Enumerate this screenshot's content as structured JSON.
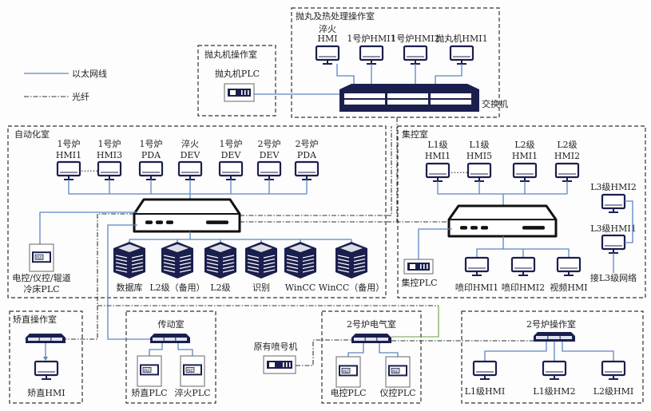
{
  "colors": {
    "ethernet": "#5b86c5",
    "device": "#1b1f4e",
    "fiber": "#333333",
    "fiber_green": "#6aa04a"
  },
  "legend": {
    "ethernet": "以太网线",
    "fiber": "光纤"
  },
  "rooms": {
    "shot_blast_op": {
      "title": "抛丸机操作室",
      "plc": "抛丸机PLC"
    },
    "shot_heat_op": {
      "title": "抛丸及热处理操作室",
      "switch_label": "交换机",
      "hmis": [
        [
          "淬火",
          "HMI"
        ],
        [
          "",
          "1号炉HMI1"
        ],
        [
          "",
          "1号炉HMI2"
        ],
        [
          "",
          "抛丸机HMI1"
        ]
      ]
    },
    "automation": {
      "title": "自动化室",
      "hmis": [
        [
          "1号炉",
          "HMI1"
        ],
        [
          "1号炉",
          "HMI3"
        ],
        [
          "1号炉",
          "PDA"
        ],
        [
          "淬火",
          "DEV"
        ],
        [
          "1号炉",
          "DEV"
        ],
        [
          "2号炉",
          "DEV"
        ],
        [
          "2号炉",
          "PDA"
        ]
      ],
      "ellipsis": "……",
      "servers": [
        "数据库",
        "L2级（备用）",
        "L2级",
        "识别",
        "WinCC",
        "WinCC（备用）"
      ],
      "plc": [
        "电控/仪控/辊道",
        "冷床PLC"
      ]
    },
    "central_control": {
      "title": "集控室",
      "hmis": [
        [
          "L1级",
          "HMI1"
        ],
        [
          "L1级",
          "HMI5"
        ],
        [
          "L2级",
          "HMI1"
        ],
        [
          "L2级",
          "HMI2"
        ]
      ],
      "ellipsis": "……",
      "bottom_hmis": [
        "喷印HMI1",
        "喷印HMI2",
        "视频HMI"
      ],
      "plc": "集控PLC",
      "l3_hmis": [
        "L3级HMI2",
        "L3级HMI1"
      ],
      "l3_network": "接L3级网络"
    },
    "straightening_op": {
      "title": "矫直操作室",
      "hmi": "矫直HMI"
    },
    "drive_room": {
      "title": "传动室",
      "plcs": [
        "矫直PLC",
        "淬火PLC"
      ]
    },
    "legacy_marker": {
      "label": "原有喷号机"
    },
    "furnace2_electrical": {
      "title": "2号炉电气室",
      "plcs": [
        "电控PLC",
        "仪控PLC"
      ]
    },
    "furnace2_op": {
      "title": "2号炉操作室",
      "hmis": [
        "L1级HMI",
        "L1级HM2",
        "L2级HMI"
      ]
    }
  }
}
